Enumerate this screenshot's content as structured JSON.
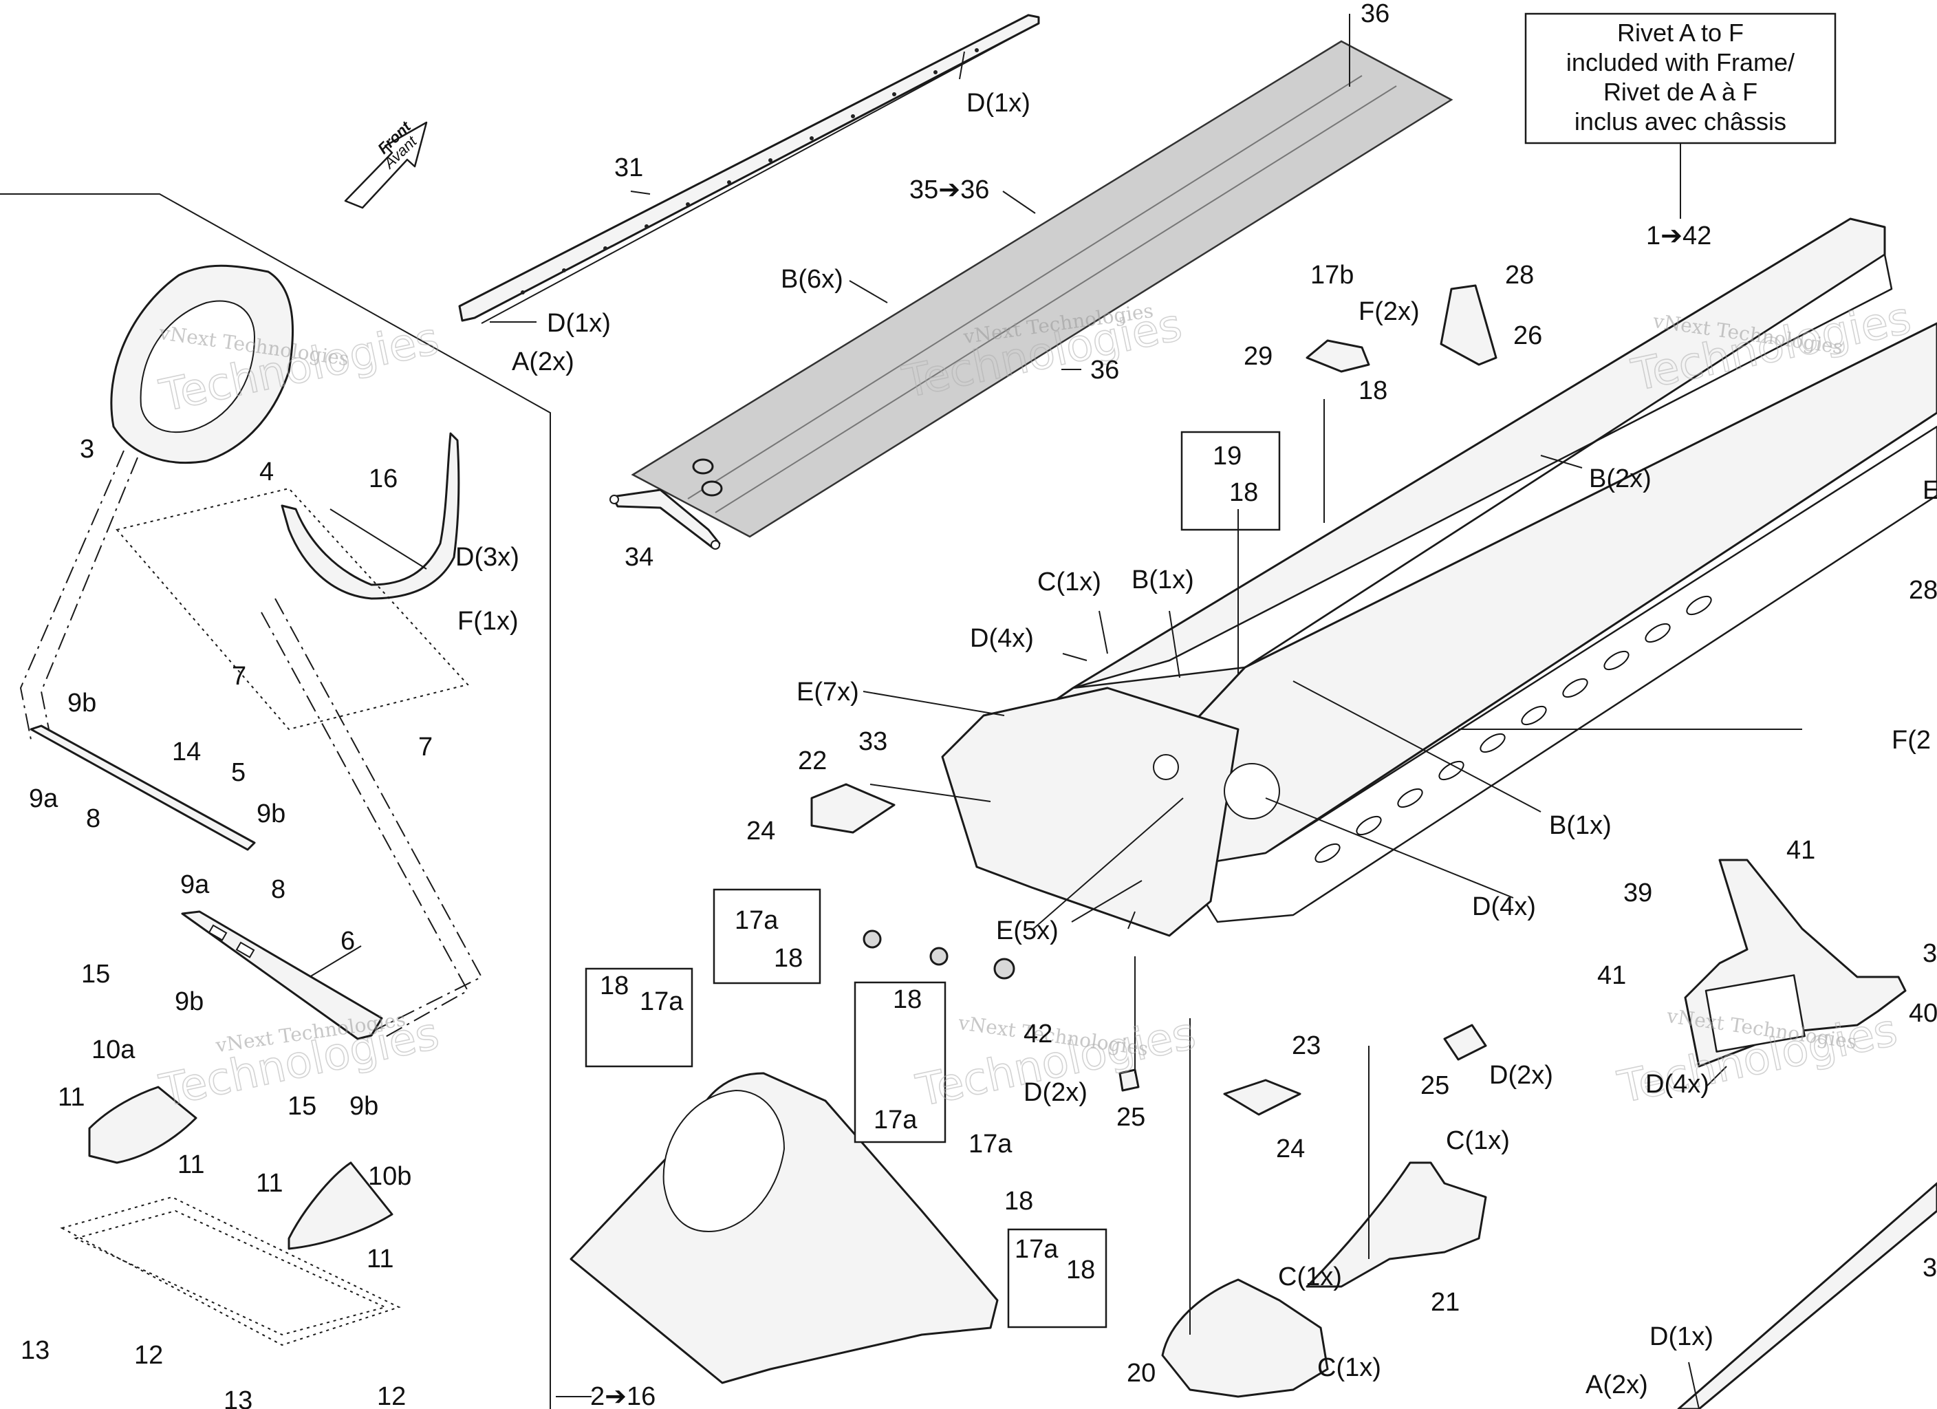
{
  "diagram": {
    "front_arrow": {
      "line1": "Front",
      "line2": "Avant"
    },
    "note_box": {
      "lines": [
        "Rivet A to F",
        "included with Frame/",
        "Rivet de A à F",
        "inclus avec châssis"
      ]
    },
    "watermark": {
      "line1": "vNext",
      "line2": "vNext Technologies",
      "line3": "Technologies"
    },
    "labels": {
      "l36a": "36",
      "lD1a": "D(1x)",
      "l31": "31",
      "l3536": "35➔36",
      "lB6": "B(6x)",
      "lD1b": "D(1x)",
      "lA2a": "A(2x)",
      "l36b": "36",
      "l34": "34",
      "l3": "3",
      "l4": "4",
      "l16": "16",
      "lD3": "D(3x)",
      "lF1": "F(1x)",
      "l7a": "7",
      "l7b": "7",
      "l9b_a": "9b",
      "l14": "14",
      "l5": "5",
      "l9a_a": "9a",
      "l8a": "8",
      "l9b_b": "9b",
      "l9a_b": "9a",
      "l8b": "8",
      "l6": "6",
      "l15a": "15",
      "l9b_c": "9b",
      "l15b": "15",
      "l9b_d": "9b",
      "l10a": "10a",
      "l11a": "11",
      "l11b": "11",
      "l11c": "11",
      "l10b": "10b",
      "l11d": "11",
      "l13a": "13",
      "l12a": "12",
      "l13b": "13",
      "l12b": "12",
      "l216": "2➔16",
      "l142": "1➔42",
      "l28a": "28",
      "l26": "26",
      "l17b": "17b",
      "lF2a": "F(2x)",
      "l29": "29",
      "l18a": "18",
      "l19": "19",
      "l18b": "18",
      "lB2": "B(2x)",
      "lE_edge": "E",
      "l28b": "28",
      "lC1a": "C(1x)",
      "lB1a": "B(1x)",
      "lD4a": "D(4x)",
      "lE7": "E(7x)",
      "l33": "33",
      "l22": "22",
      "l24a": "24",
      "lB1b": "B(1x)",
      "lD4b": "D(4x)",
      "lE5": "E(5x)",
      "lF2b": "F(2",
      "l17a_a": "17a",
      "l18c": "18",
      "l18d": "18",
      "l17a_b": "17a",
      "l18e": "18",
      "l17a_c": "17a",
      "l42": "42",
      "lD2a": "D(2x)",
      "l25a": "25",
      "l23": "23",
      "l24b": "24",
      "l25b": "25",
      "lD2b": "D(2x)",
      "l39": "39",
      "l41a": "41",
      "l41b": "41",
      "l3_edge": "3",
      "l40": "40",
      "lD4c": "D(4x)",
      "l17a_d": "17a",
      "l18f": "18",
      "l17a_e": "17a",
      "l18g": "18",
      "lC1b": "C(1x)",
      "lC1c": "C(1x)",
      "l21": "21",
      "l20": "20",
      "lC1d": "C(1x)",
      "l3_edge2": "3",
      "lD1c": "D(1x)",
      "lA2b": "A(2x)"
    }
  }
}
